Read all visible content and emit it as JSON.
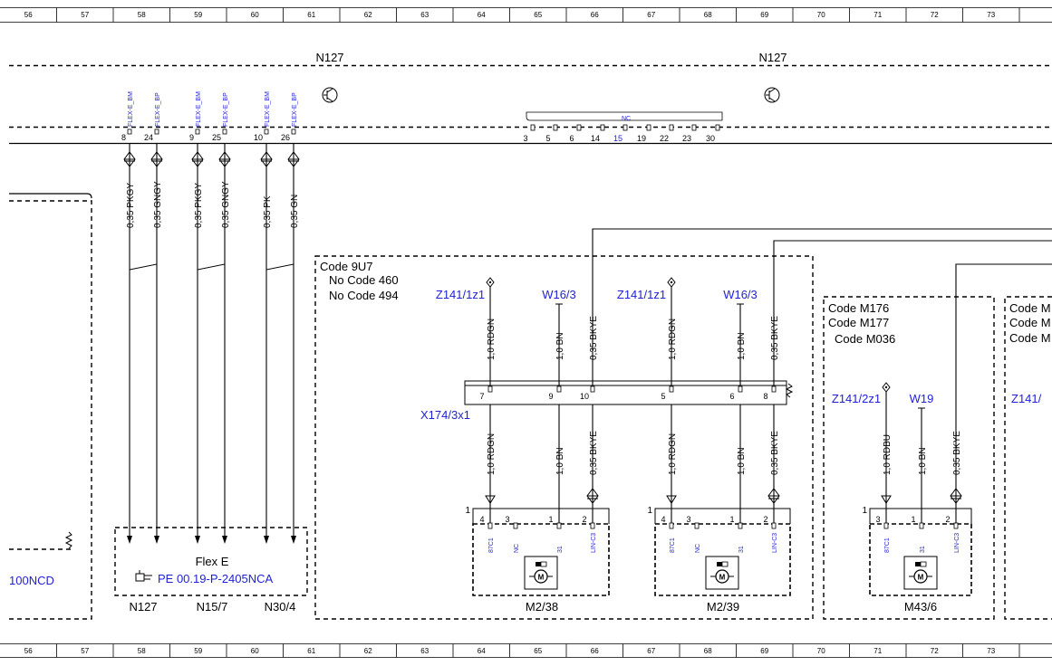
{
  "grid_columns": [
    "56",
    "57",
    "58",
    "59",
    "60",
    "61",
    "62",
    "63",
    "64",
    "65",
    "66",
    "67",
    "68",
    "69",
    "70",
    "71",
    "72",
    "73"
  ],
  "controller_left": "N127",
  "controller_right": "N127",
  "flex_pins": [
    {
      "name": "FLEX-E_BM",
      "pin": "8"
    },
    {
      "name": "FLEX-E_BP",
      "pin": "24"
    },
    {
      "name": "FLEX-E_BM",
      "pin": "9"
    },
    {
      "name": "FLEX-E_BP",
      "pin": "25"
    },
    {
      "name": "FLEX-E_BM",
      "pin": "10"
    },
    {
      "name": "FLEX-E_BP",
      "pin": "26"
    }
  ],
  "flex_wires": [
    "0,35 PKGY",
    "0,35 GNGY",
    "0,35 PKGY",
    "0,35 GNGY",
    "0,35 PK",
    "0,35 GN"
  ],
  "nc_label": "NC",
  "nc_pins": [
    {
      "pin": "3",
      "blue": false
    },
    {
      "pin": "5",
      "blue": false
    },
    {
      "pin": "6",
      "blue": false
    },
    {
      "pin": "14",
      "blue": false
    },
    {
      "pin": "15",
      "blue": true
    },
    {
      "pin": "19",
      "blue": false
    },
    {
      "pin": "22",
      "blue": false
    },
    {
      "pin": "23",
      "blue": false
    },
    {
      "pin": "30",
      "blue": false
    }
  ],
  "flex_box": {
    "title": "Flex E",
    "ref": "PE 00.19-P-2405NCA"
  },
  "bottom_labels": [
    "N127",
    "N15/7",
    "N30/4"
  ],
  "left_ref": "100NCD",
  "code_9u7": [
    "Code 9U7",
    "No Code 460",
    "No Code 494"
  ],
  "code_m176": [
    "Code M176",
    "Code M177",
    "Code M036"
  ],
  "code_right": [
    "Code M",
    "Code M",
    "Code M"
  ],
  "ground_refs": [
    "Z141/1z1",
    "W16/3",
    "Z141/1z1",
    "W16/3",
    "Z141/2z1",
    "W19",
    "Z141/"
  ],
  "connector": {
    "name": "X174/3x1",
    "pins": [
      "7",
      "9",
      "10",
      "5",
      "6",
      "8"
    ]
  },
  "upper_wires": [
    "1,0 RDGN",
    "1,0 BN",
    "0,35 BKYE",
    "1,0 RDGN",
    "1,0 BN",
    "0,35 BKYE"
  ],
  "lower_wires": [
    "1,0 RDGN",
    "1,0 BN",
    "0,35 BKYE",
    "1,0 RDGN",
    "1,0 BN",
    "0,35 BKYE"
  ],
  "m43_wires": [
    "1,0 RDBU",
    "1,0 BN",
    "0,35 BKYE"
  ],
  "motors": [
    {
      "name": "M2/38",
      "pins": [
        "4",
        "3",
        "1",
        "2"
      ],
      "functions": [
        "87C1",
        "NC",
        "31",
        "LIN-C3"
      ],
      "marker": "1"
    },
    {
      "name": "M2/39",
      "pins": [
        "4",
        "3",
        "1",
        "2"
      ],
      "functions": [
        "87C1",
        "NC",
        "31",
        "LIN-C3"
      ],
      "marker": "1"
    },
    {
      "name": "M43/6",
      "pins": [
        "3",
        "1",
        "2"
      ],
      "functions": [
        "87C1",
        "31",
        "LIN-C3"
      ],
      "marker": "1"
    }
  ],
  "colors": {
    "blue": "#1f1fd6",
    "line": "#000000"
  }
}
